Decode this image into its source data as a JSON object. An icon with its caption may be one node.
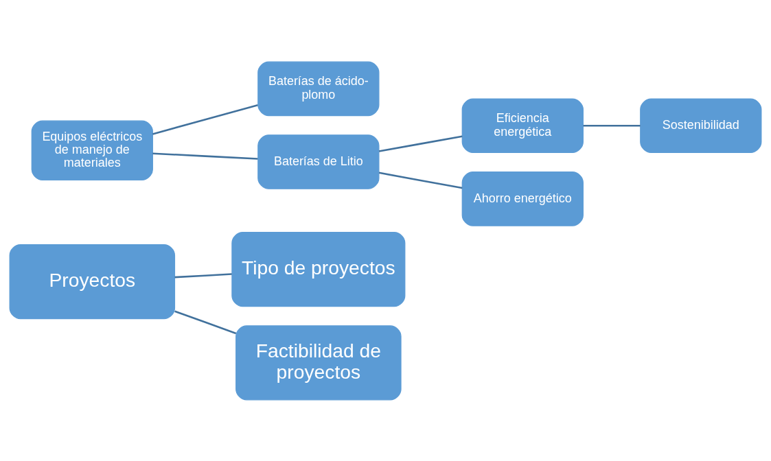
{
  "diagram": {
    "nodes": [
      {
        "text": [
          "Proyectos"
        ]
      },
      {
        "text": [
          "Tipo de proyectos"
        ]
      },
      {
        "text": [
          "Factibilidad de proyectos"
        ]
      },
      {
        "text": [
          "Equipos eléctricos de manejo de materiales"
        ]
      },
      {
        "text": [
          "Baterías de ácido-plomo"
        ]
      },
      {
        "text": [
          "Baterías de Litio"
        ]
      },
      {
        "text": [
          "Eficiencia energética"
        ]
      },
      {
        "text": [
          "Ahorro energético"
        ]
      },
      {
        "text": [
          "Sostenibilidad"
        ]
      }
    ],
    "edges": [
      {
        "from": 0,
        "to": 1,
        "arrow": "none"
      },
      {
        "from": 0,
        "to": 2,
        "arrow": "none"
      },
      {
        "from": 3,
        "to": 4,
        "arrow": "none"
      },
      {
        "from": 3,
        "to": 5,
        "arrow": "none"
      },
      {
        "from": 5,
        "to": 6,
        "arrow": "none"
      },
      {
        "from": 5,
        "to": 7,
        "arrow": "none"
      },
      {
        "from": 6,
        "to": 8,
        "arrow": "none"
      }
    ]
  }
}
